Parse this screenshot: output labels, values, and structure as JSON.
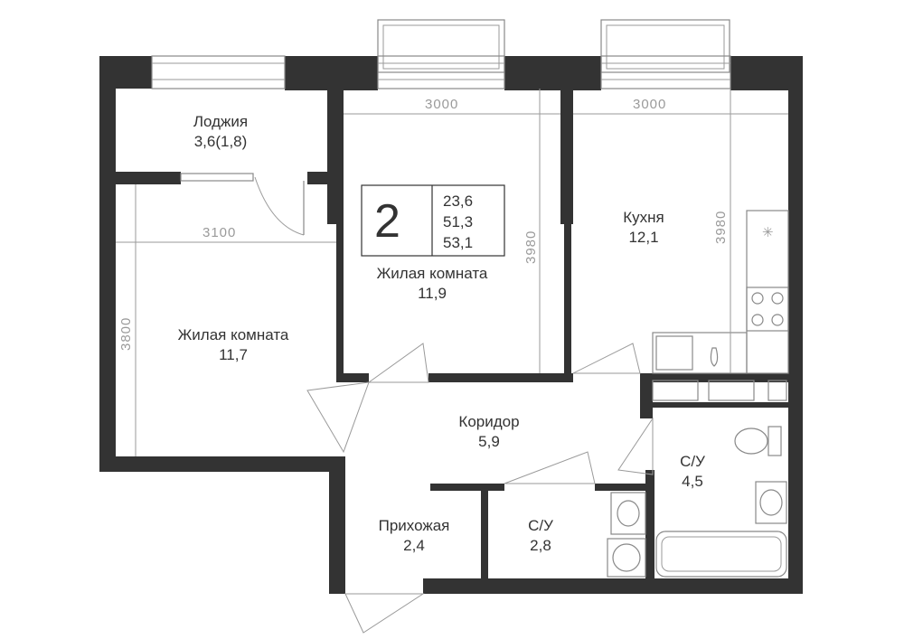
{
  "apartment": {
    "rooms_count": "2",
    "areas": [
      "23,6",
      "51,3",
      "53,1"
    ]
  },
  "rooms": {
    "loggia": {
      "name": "Лоджия",
      "area": "3,6(1,8)"
    },
    "living1": {
      "name": "Жилая комната",
      "area": "11,7"
    },
    "living2": {
      "name": "Жилая комната",
      "area": "11,9"
    },
    "kitchen": {
      "name": "Кухня",
      "area": "12,1"
    },
    "corridor": {
      "name": "Коридор",
      "area": "5,9"
    },
    "hallway": {
      "name": "Прихожая",
      "area": "2,4"
    },
    "bath_small": {
      "name": "С/У",
      "area": "2,8"
    },
    "bath_big": {
      "name": "С/У",
      "area": "4,5"
    }
  },
  "dimensions": {
    "living2_width": "3000",
    "kitchen_width": "3000",
    "living1_width": "3100",
    "living1_depth": "3800",
    "living2_depth": "3980",
    "kitchen_depth": "3980"
  },
  "colors": {
    "wall": "#333333",
    "dimension": "#9a9a9a"
  }
}
